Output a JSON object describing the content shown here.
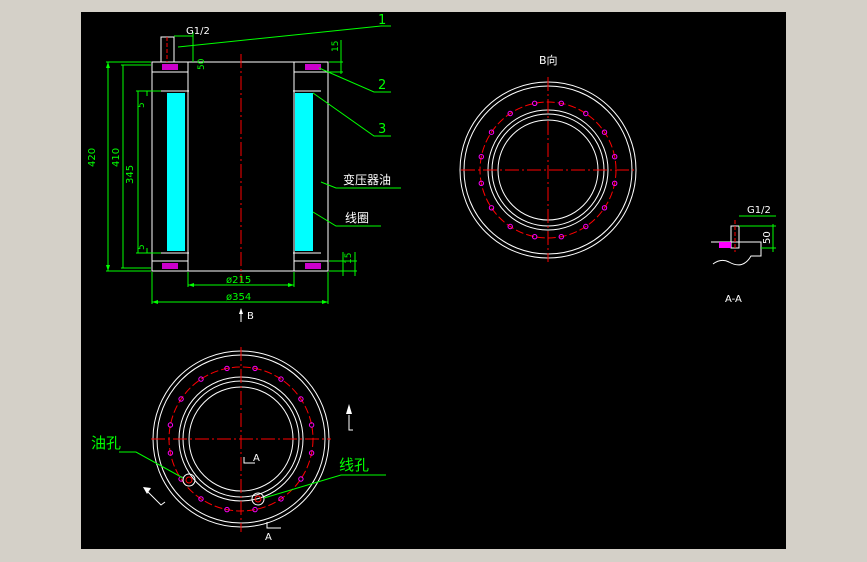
{
  "colors": {
    "frame": "#d4d0c8",
    "background": "#000000",
    "outline": "#ffffff",
    "dimension": "#00ff00",
    "center": "#ff0000",
    "cyan": "#00ffff",
    "hole": "#ff00ff"
  },
  "section": {
    "thread_label": "G1/2",
    "dim_420": "420",
    "dim_410": "410",
    "dim_345": "345",
    "dim_5_top": "5",
    "dim_5_bottom": "5",
    "dim_15_top": "15",
    "dim_15_bottom": "15",
    "dim_50": "50",
    "dia_inner": "ø215",
    "dia_outer": "ø354",
    "callout_1": "1",
    "callout_2": "2",
    "callout_3": "3",
    "label_oil": "变压器油",
    "label_coil": "线圈",
    "arrow_b": "B"
  },
  "view_b": {
    "title": "B向"
  },
  "detail_aa": {
    "thread_label": "G1/2",
    "dim_50": "50",
    "title": "A-A"
  },
  "top_view": {
    "label_oil_hole": "油孔",
    "label_wire_hole": "线孔",
    "cut_a_upper": "A",
    "cut_a_lower": "A"
  }
}
